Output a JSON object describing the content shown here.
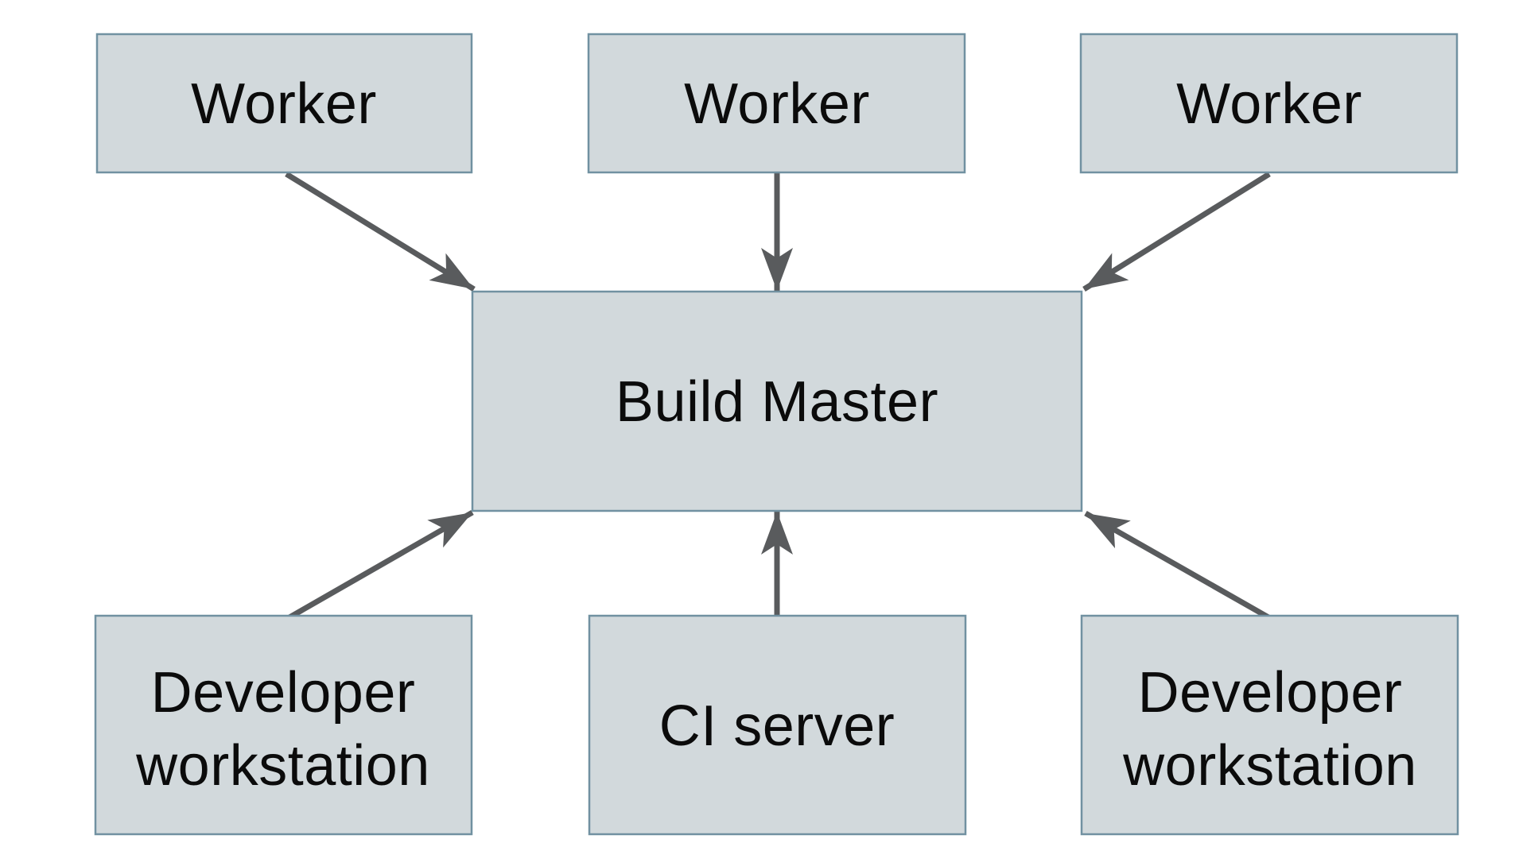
{
  "diagram": {
    "description": "Distributed build system topology: three Workers and three lower nodes all pointing to a central Build Master",
    "nodes": {
      "worker_1": {
        "label": "Worker"
      },
      "worker_2": {
        "label": "Worker"
      },
      "worker_3": {
        "label": "Worker"
      },
      "build_master": {
        "label": "Build Master"
      },
      "dev_workstation_left": {
        "label_line1": "Developer",
        "label_line2": "workstation"
      },
      "ci_server": {
        "label": "CI server"
      },
      "dev_workstation_right": {
        "label_line1": "Developer",
        "label_line2": "workstation"
      }
    },
    "edges": [
      {
        "from": "worker_1",
        "to": "build_master"
      },
      {
        "from": "worker_2",
        "to": "build_master"
      },
      {
        "from": "worker_3",
        "to": "build_master"
      },
      {
        "from": "dev_workstation_left",
        "to": "build_master"
      },
      {
        "from": "ci_server",
        "to": "build_master"
      },
      {
        "from": "dev_workstation_right",
        "to": "build_master"
      }
    ],
    "colors": {
      "background": "#ffffff",
      "node_fill": "#d2d9dc",
      "node_border": "#7191a1",
      "arrow": "#595b5d",
      "text": "#0b0b0b"
    }
  }
}
